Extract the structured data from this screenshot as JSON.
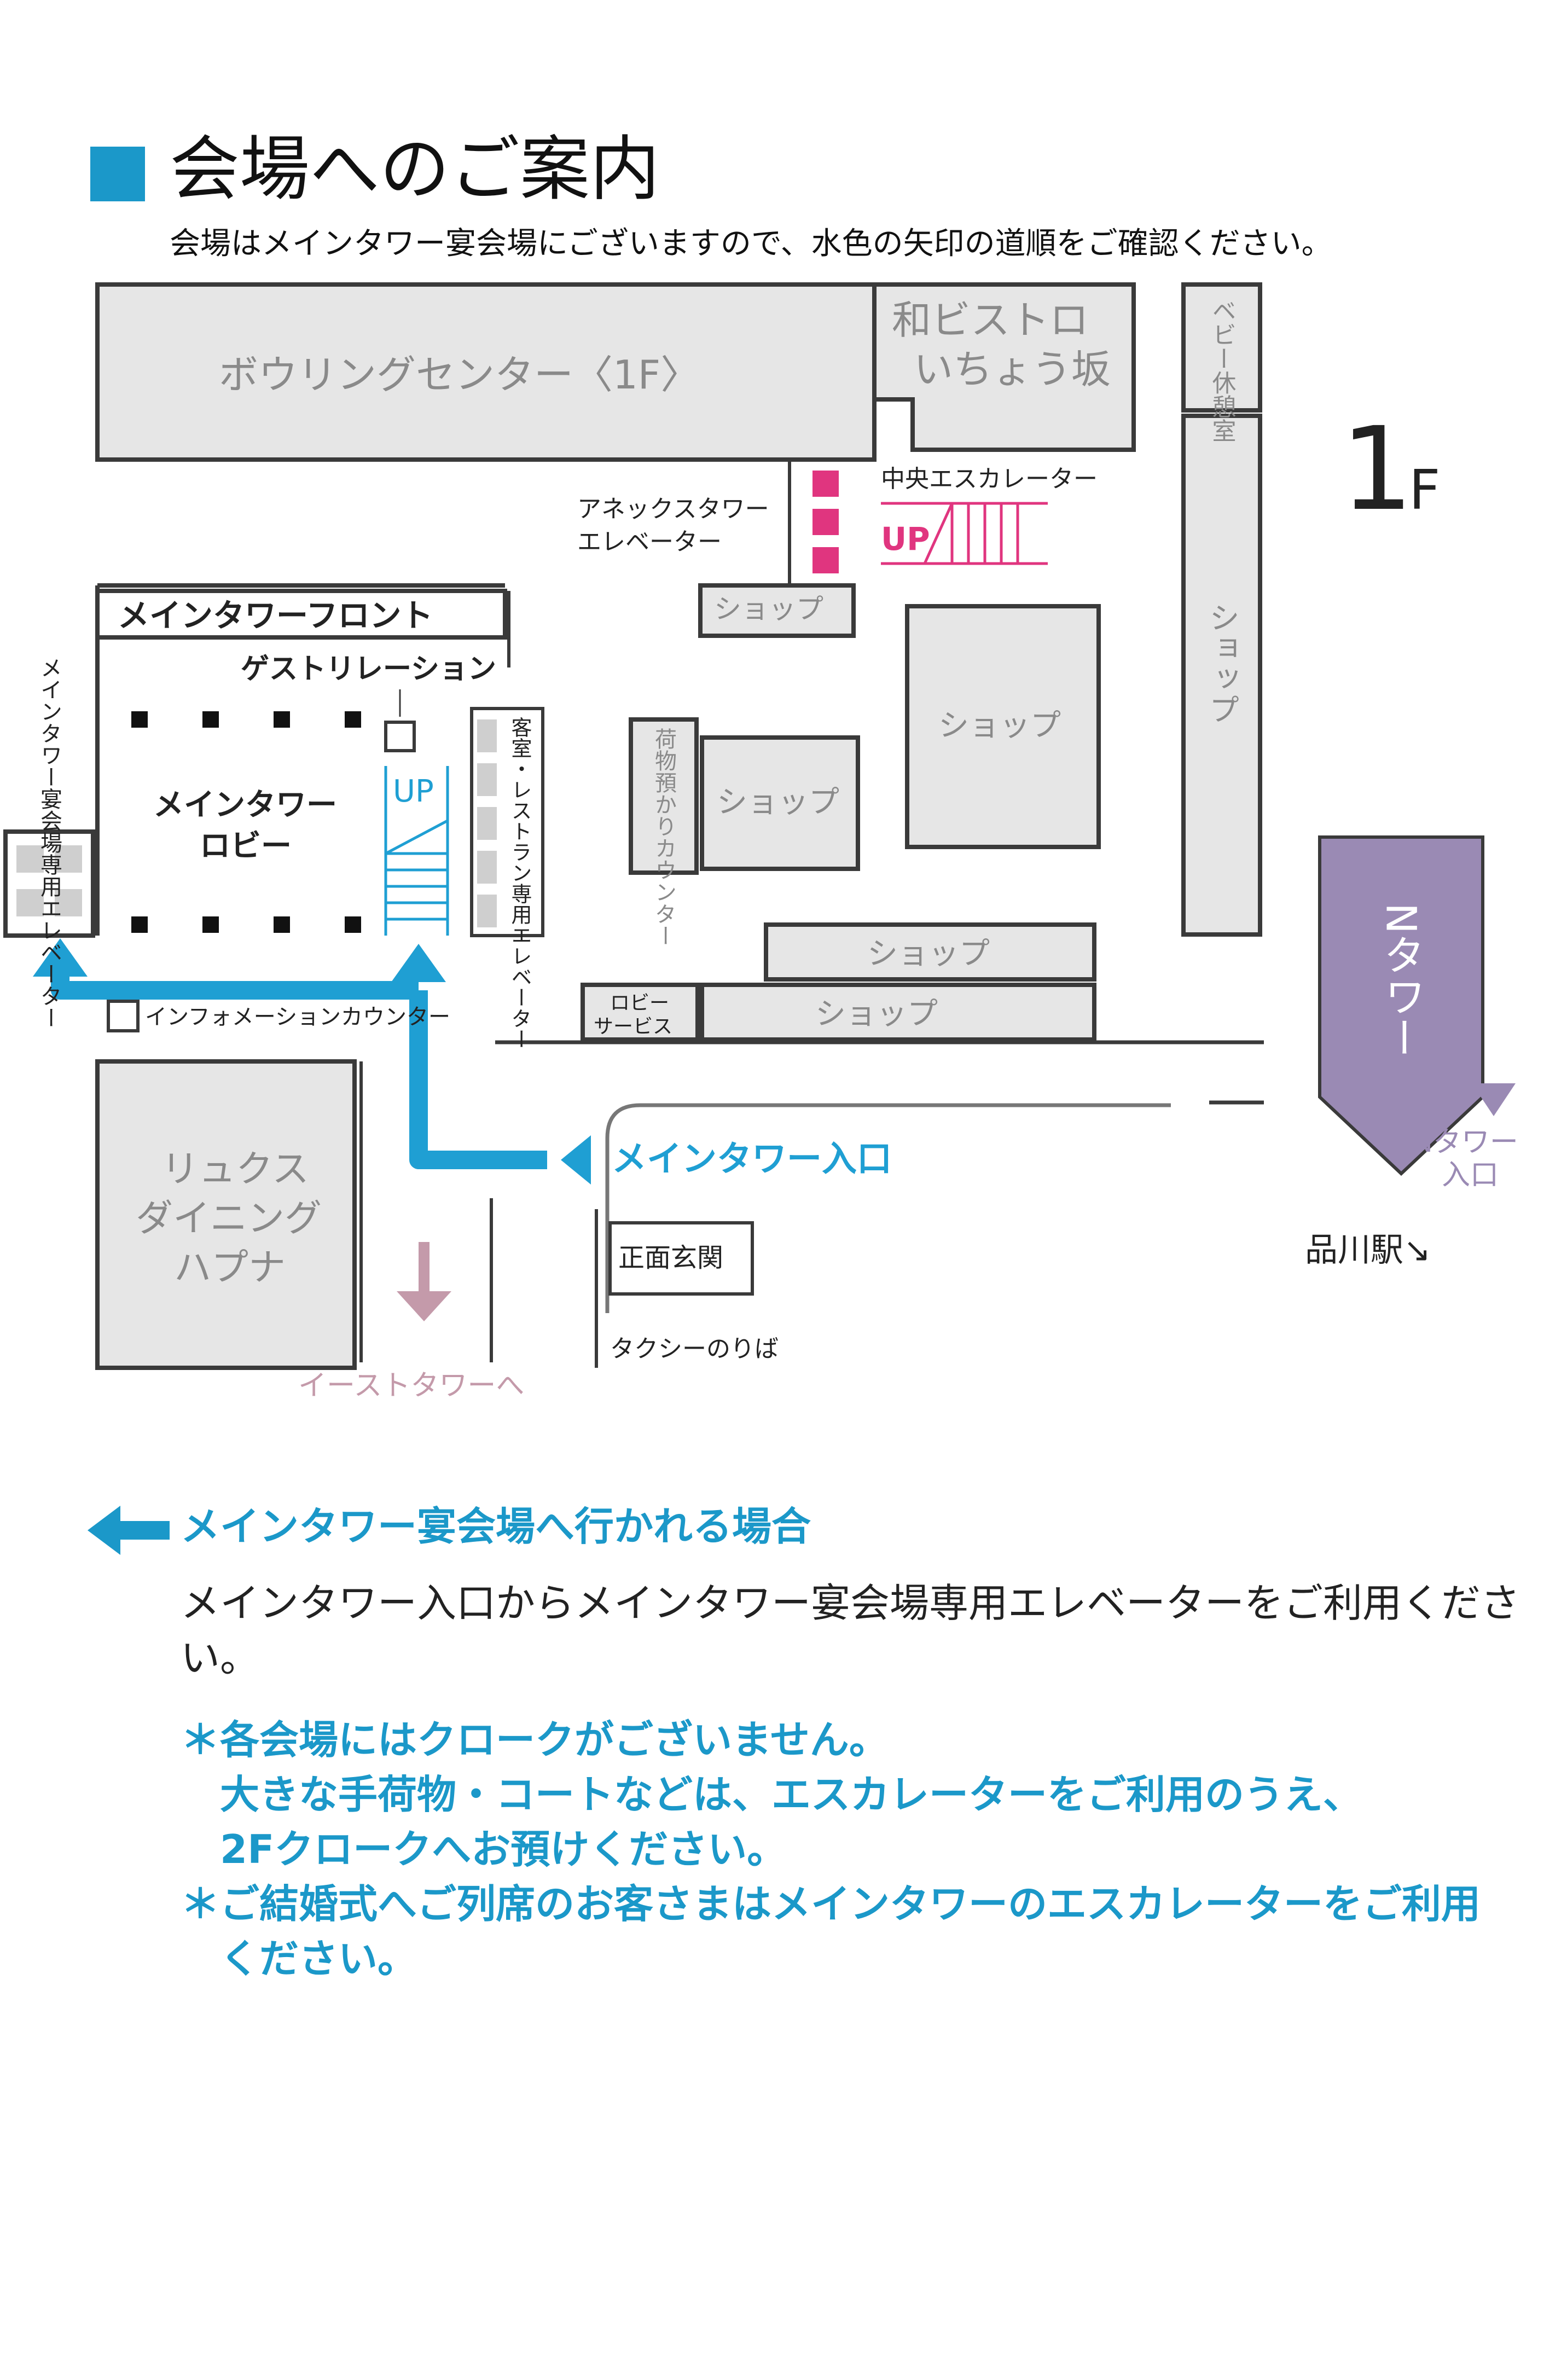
{
  "header": {
    "title": "会場へのご案内",
    "subtitle": "会場はメインタワー宴会場にございますので、水色の矢印の道順をご確認ください。"
  },
  "map": {
    "floor_number": "1",
    "floor_letter": "F",
    "labels": {
      "bowling_center": "ボウリングセンター〈1F〉",
      "wa_bistro_1": "和ビストロ",
      "wa_bistro_2": "いちょう坂",
      "baby_room": "ベビー休憩室",
      "annex_elevator_1": "アネックスタワー",
      "annex_elevator_2": "エレベーター",
      "central_escalator": "中央エスカレーター",
      "up_pink": "UP",
      "shop": "ショップ",
      "main_tower_front": "メインタワーフロント",
      "guest_relations": "ゲストリレーション",
      "banquet_elevator": "メインタワー宴会場専用エレベーター",
      "main_tower_lobby_1": "メインタワー",
      "main_tower_lobby_2": "ロビー",
      "up_blue": "UP",
      "guest_restaurant_elevator": "客室・レストラン専用エレベーター",
      "luggage_counter": "荷物預かりカウンター",
      "n_tower": "Nタワー",
      "lobby_service_1": "ロビー",
      "lobby_service_2": "サービス",
      "information_counter": "インフォメーションカウンター",
      "main_tower_entrance": "メインタワー入口",
      "n_tower_entrance_1": "Nタワー",
      "n_tower_entrance_2": "入口",
      "shinagawa_station": "品川駅↘",
      "front_entrance": "正面玄関",
      "taxi_stand": "タクシーのりば",
      "lux_dining_1": "リュクス",
      "lux_dining_2": "ダイニング",
      "lux_dining_3": "ハプナ",
      "to_east_tower": "イーストタワーへ"
    },
    "colors": {
      "route": "#1f9fd3",
      "escalator_pink": "#e0357f",
      "n_tower_fill": "#9a8ab4",
      "east_tower_arrow": "#c49aaa",
      "room_fill": "#e6e6e6",
      "outline": "#3a3a3a"
    }
  },
  "legend": {
    "title": "メインタワー宴会場へ行かれる場合",
    "body": "メインタワー入口からメインタワー宴会場専用エレベーターをご利用ください。",
    "notes": [
      {
        "lines": [
          "＊各会場にはクロークがございません。",
          "大きな手荷物・コートなどは、エスカレーターをご利用のうえ、",
          "2Fクロークへお預けください。"
        ]
      },
      {
        "lines": [
          "＊ご結婚式へご列席のお客さまはメインタワーのエスカレーターをご利用",
          "ください。"
        ]
      }
    ]
  }
}
